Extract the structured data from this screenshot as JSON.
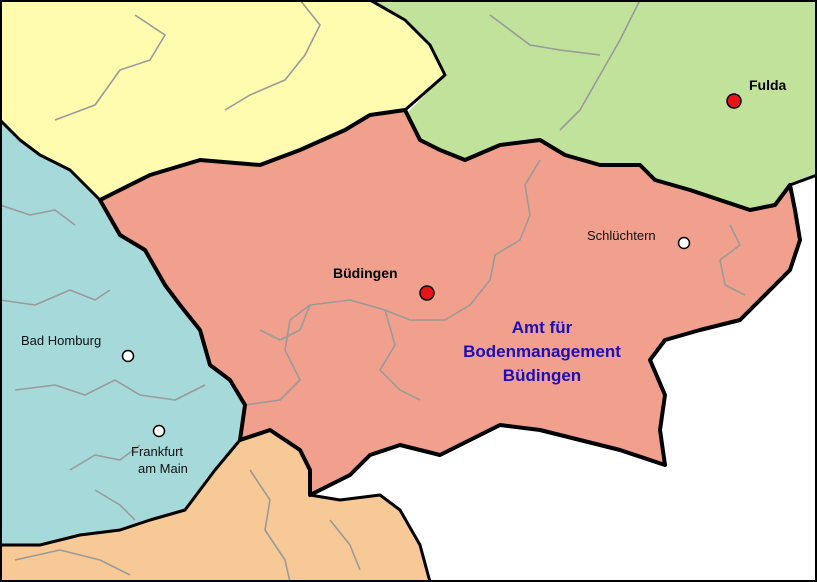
{
  "colors": {
    "region_north": "#FFFBAF",
    "region_northeast": "#C0E29B",
    "region_west": "#A6DADA",
    "region_south": "#F6C996",
    "region_main": "#F0A08C",
    "district_lines": "#9A9A9A",
    "border_lines": "#000000",
    "office_label": "#1A0FB8",
    "major_city_dot": "#E8141A",
    "minor_city_dot": "#FFFFFF"
  },
  "cities": [
    {
      "id": "fulda",
      "name": "Fulda",
      "kind": "major"
    },
    {
      "id": "schluechtern",
      "name": "Schlüchtern",
      "kind": "minor"
    },
    {
      "id": "buedingen",
      "name": "Büdingen",
      "kind": "major"
    },
    {
      "id": "bad-homburg",
      "name": "Bad Homburg",
      "kind": "minor"
    },
    {
      "id": "frankfurt",
      "name_lines": [
        "Frankfurt",
        "am Main"
      ],
      "kind": "minor"
    }
  ],
  "office_label": {
    "lines": [
      "Amt für",
      "Bodenmanagement",
      "Büdingen"
    ]
  }
}
